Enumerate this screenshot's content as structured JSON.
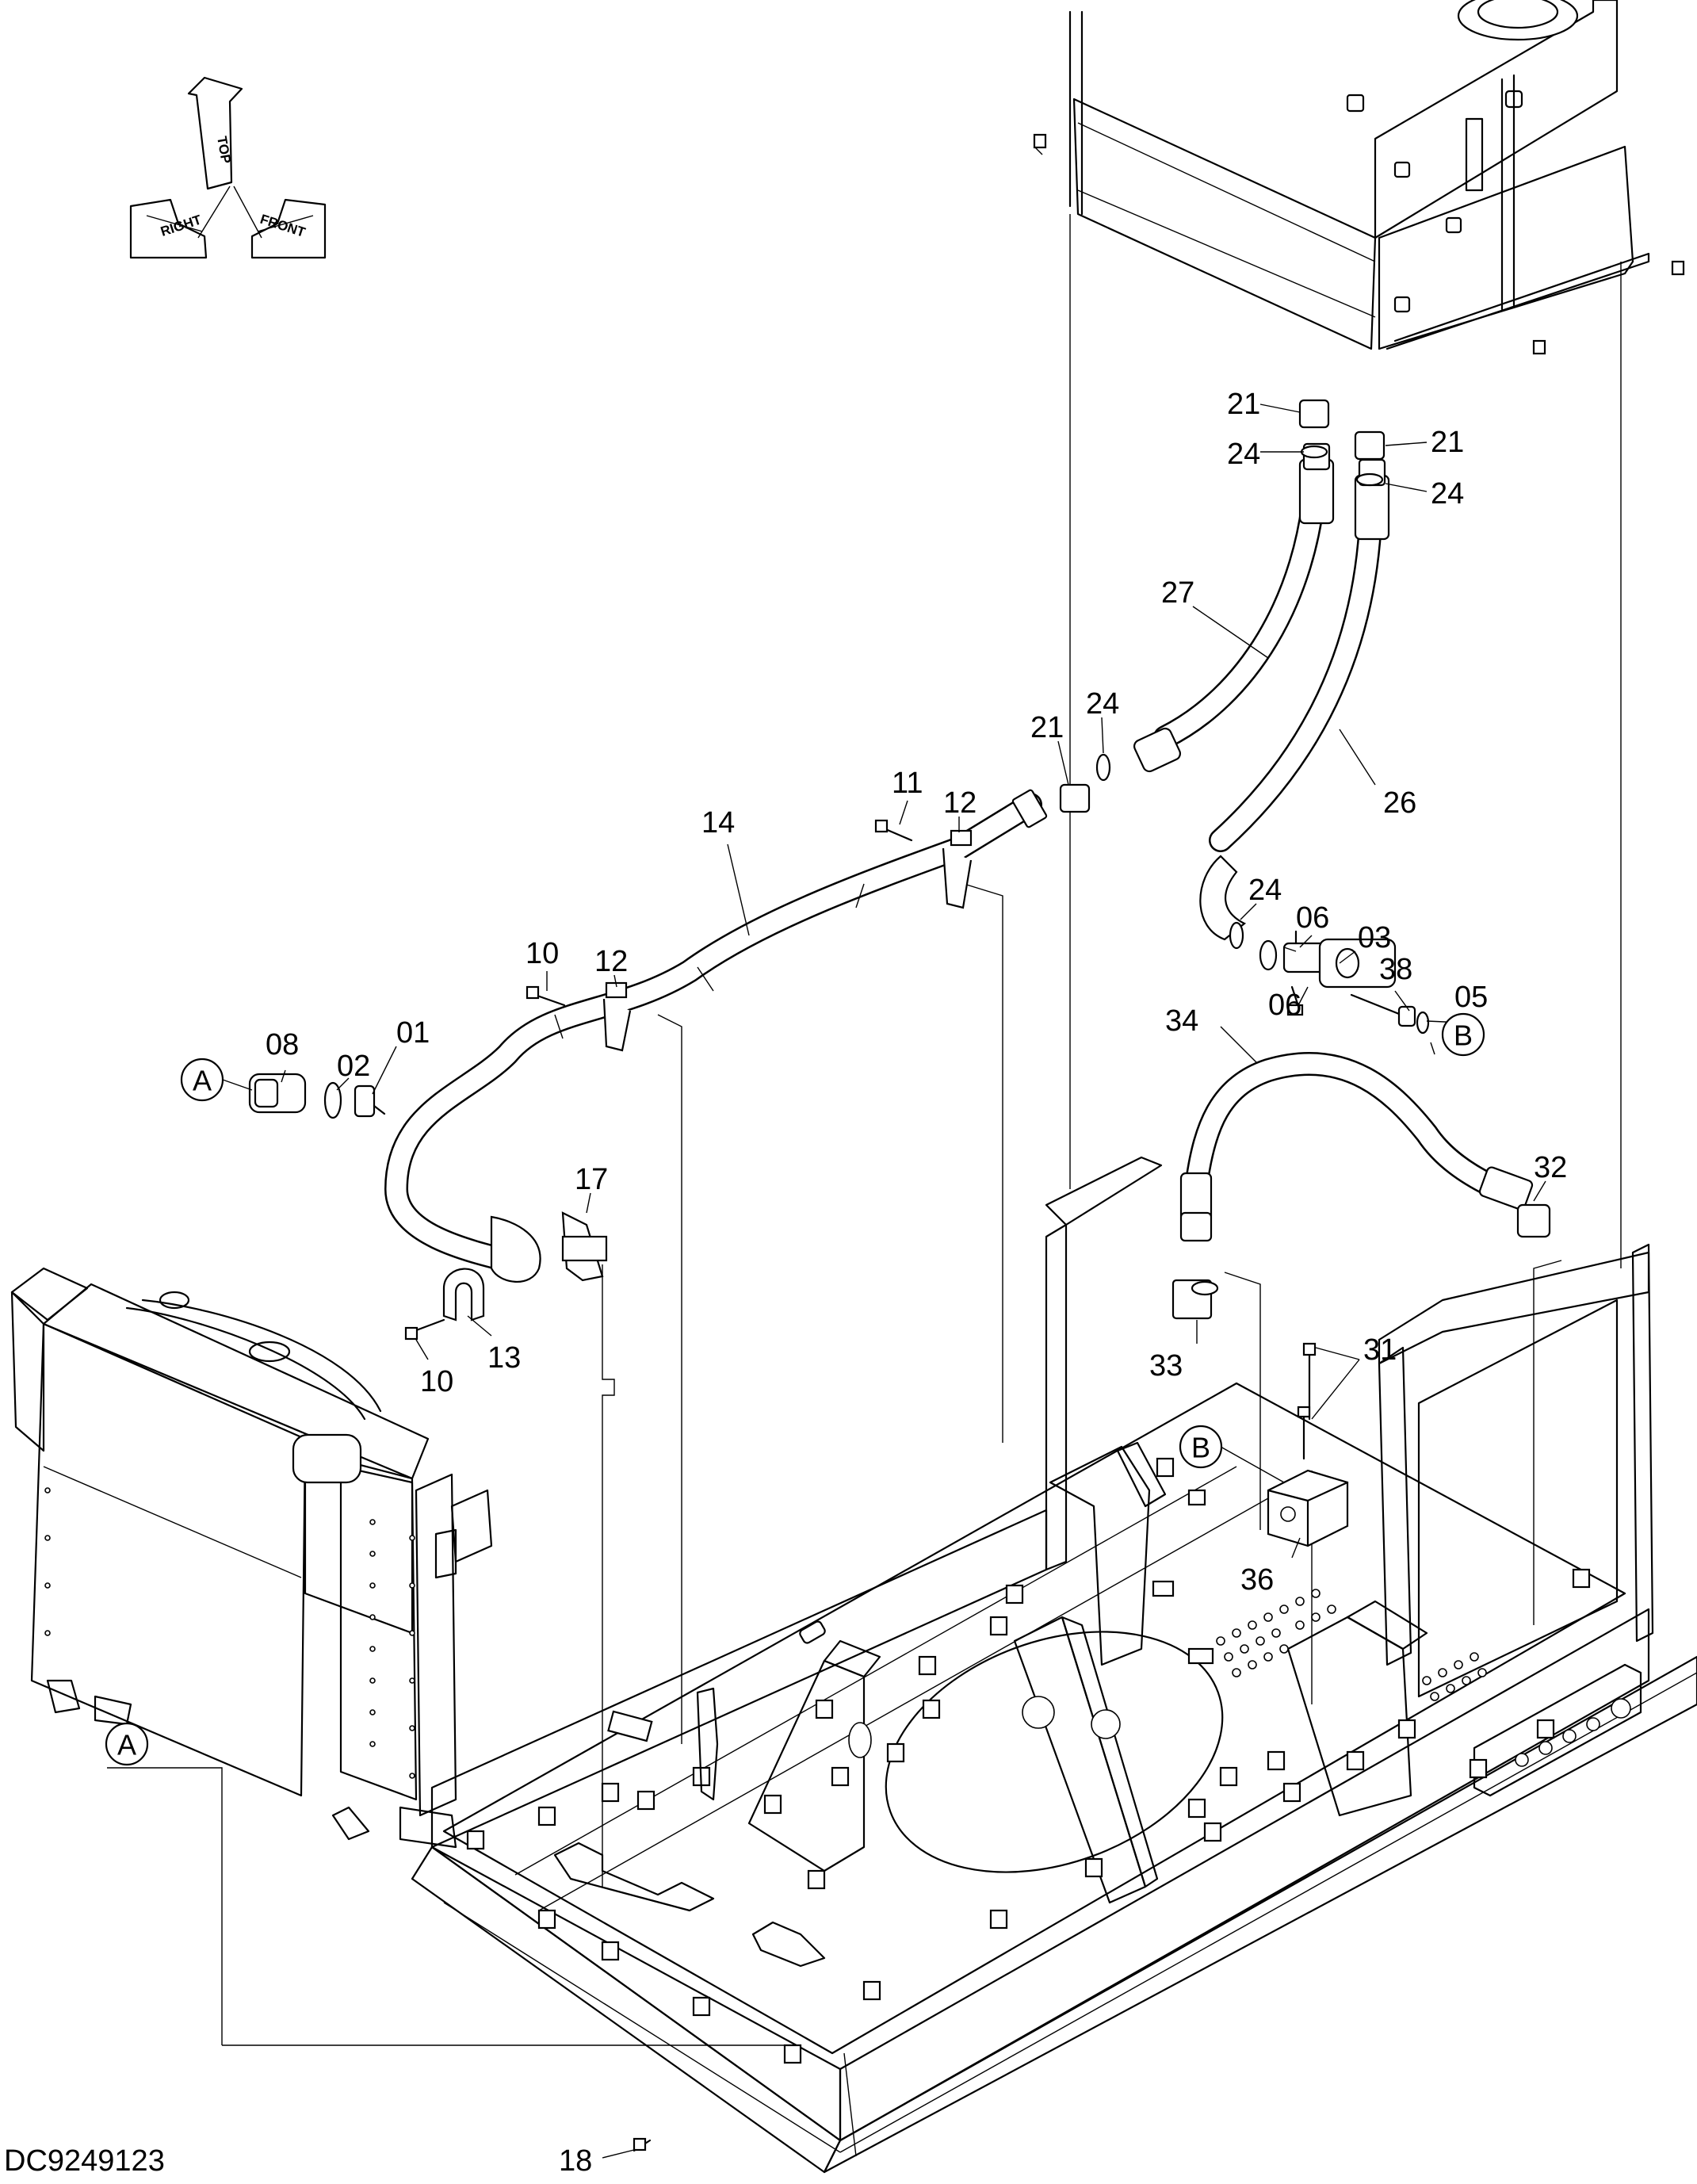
{
  "diagram": {
    "drawing_code": "DC9249123",
    "orientation_labels": {
      "top": "TOP",
      "right": "RIGHT",
      "front": "FRONT"
    },
    "ref_markers": [
      {
        "id": "ref-a-upper",
        "text": "A"
      },
      {
        "id": "ref-a-lower",
        "text": "A"
      },
      {
        "id": "ref-b-upper",
        "text": "B"
      },
      {
        "id": "ref-b-lower",
        "text": "B"
      }
    ],
    "part_labels": [
      {
        "id": "label-21-a",
        "text": "21"
      },
      {
        "id": "label-24-a",
        "text": "24"
      },
      {
        "id": "label-21-b",
        "text": "21"
      },
      {
        "id": "label-24-b",
        "text": "24"
      },
      {
        "id": "label-27",
        "text": "27"
      },
      {
        "id": "label-21-c",
        "text": "21"
      },
      {
        "id": "label-24-c",
        "text": "24"
      },
      {
        "id": "label-26",
        "text": "26"
      },
      {
        "id": "label-11",
        "text": "11"
      },
      {
        "id": "label-12-a",
        "text": "12"
      },
      {
        "id": "label-14",
        "text": "14"
      },
      {
        "id": "label-24-d",
        "text": "24"
      },
      {
        "id": "label-06-a",
        "text": "06"
      },
      {
        "id": "label-03",
        "text": "03"
      },
      {
        "id": "label-38",
        "text": "38"
      },
      {
        "id": "label-05",
        "text": "05"
      },
      {
        "id": "label-06-b",
        "text": "06"
      },
      {
        "id": "label-10-a",
        "text": "10"
      },
      {
        "id": "label-12-b",
        "text": "12"
      },
      {
        "id": "label-08",
        "text": "08"
      },
      {
        "id": "label-02",
        "text": "02"
      },
      {
        "id": "label-01",
        "text": "01"
      },
      {
        "id": "label-34",
        "text": "34"
      },
      {
        "id": "label-32",
        "text": "32"
      },
      {
        "id": "label-17",
        "text": "17"
      },
      {
        "id": "label-13",
        "text": "13"
      },
      {
        "id": "label-10-b",
        "text": "10"
      },
      {
        "id": "label-33",
        "text": "33"
      },
      {
        "id": "label-31",
        "text": "31"
      },
      {
        "id": "label-36",
        "text": "36"
      },
      {
        "id": "label-18",
        "text": "18"
      }
    ]
  }
}
